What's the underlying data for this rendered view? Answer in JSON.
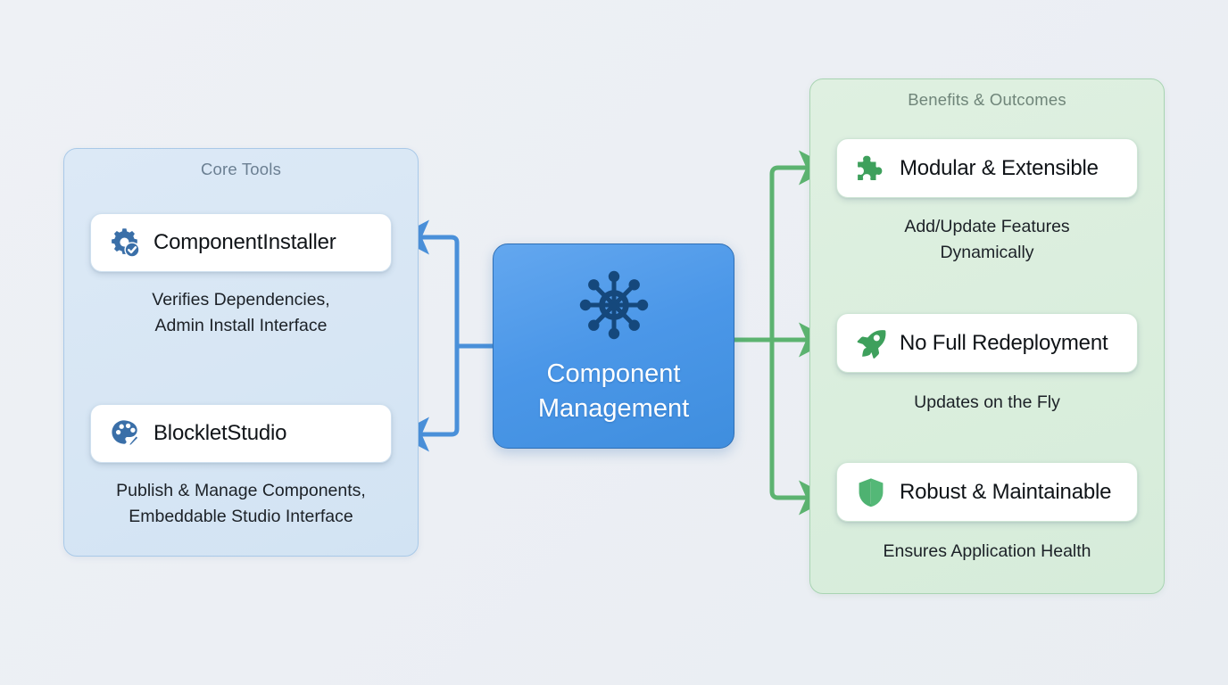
{
  "theme": {
    "background": "#eceff4",
    "blue_accent": "#4b97e8",
    "blue_connector": "#4a90d9",
    "green_accent": "#4caf6a",
    "green_connector": "#5cb370",
    "left_panel_bg": "#d7e6f4",
    "right_panel_bg": "#daeedd",
    "card_bg": "#ffffff",
    "icon_blue": "#3a6fa8",
    "icon_navy": "#1c4d80",
    "text_dark": "#101418",
    "title_muted_blue": "#6b7f92",
    "title_muted_green": "#6f8579"
  },
  "hub": {
    "icon": "hub-network-icon",
    "label": "Component\nManagement"
  },
  "left_panel": {
    "title": "Core Tools",
    "items": [
      {
        "icon": "gear-check-icon",
        "label": "ComponentInstaller",
        "caption": "Verifies Dependencies,\nAdmin Install Interface"
      },
      {
        "icon": "palette-brush-icon",
        "label": "BlockletStudio",
        "caption": "Publish & Manage Components,\nEmbeddable Studio Interface"
      }
    ]
  },
  "right_panel": {
    "title": "Benefits & Outcomes",
    "items": [
      {
        "icon": "puzzle-piece-icon",
        "label": "Modular & Extensible",
        "caption": "Add/Update Features\nDynamically"
      },
      {
        "icon": "rocket-icon",
        "label": "No Full Redeployment",
        "caption": "Updates on the Fly"
      },
      {
        "icon": "shield-icon",
        "label": "Robust & Maintainable",
        "caption": "Ensures Application Health"
      }
    ]
  },
  "connectors": {
    "left_arrow_direction": "left",
    "right_arrow_direction": "right",
    "left_count": 2,
    "right_count": 3
  }
}
